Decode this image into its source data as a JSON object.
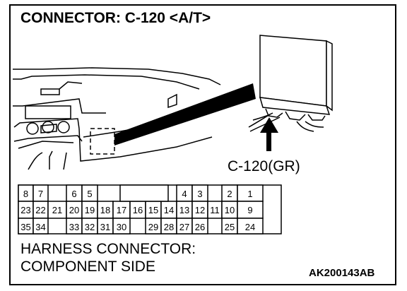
{
  "title": "CONNECTOR: C-120 <A/T>",
  "connector_ref": "C-120(GR)",
  "caption": {
    "line1": "HARNESS CONNECTOR:",
    "line2": "COMPONENT SIDE"
  },
  "figure_code": "AK200143AB",
  "pins": {
    "row1": [
      "8",
      "7",
      "",
      "6",
      "5",
      "",
      "",
      "",
      "",
      "",
      "4",
      "3",
      "",
      "2",
      "1"
    ],
    "row2": [
      "23",
      "22",
      "21",
      "20",
      "19",
      "18",
      "17",
      "16",
      "15",
      "14",
      "13",
      "12",
      "11",
      "10",
      "9"
    ],
    "row3": [
      "35",
      "34",
      "",
      "33",
      "32",
      "31",
      "30",
      "",
      "29",
      "28",
      "27",
      "26",
      "",
      "25",
      "24"
    ]
  }
}
